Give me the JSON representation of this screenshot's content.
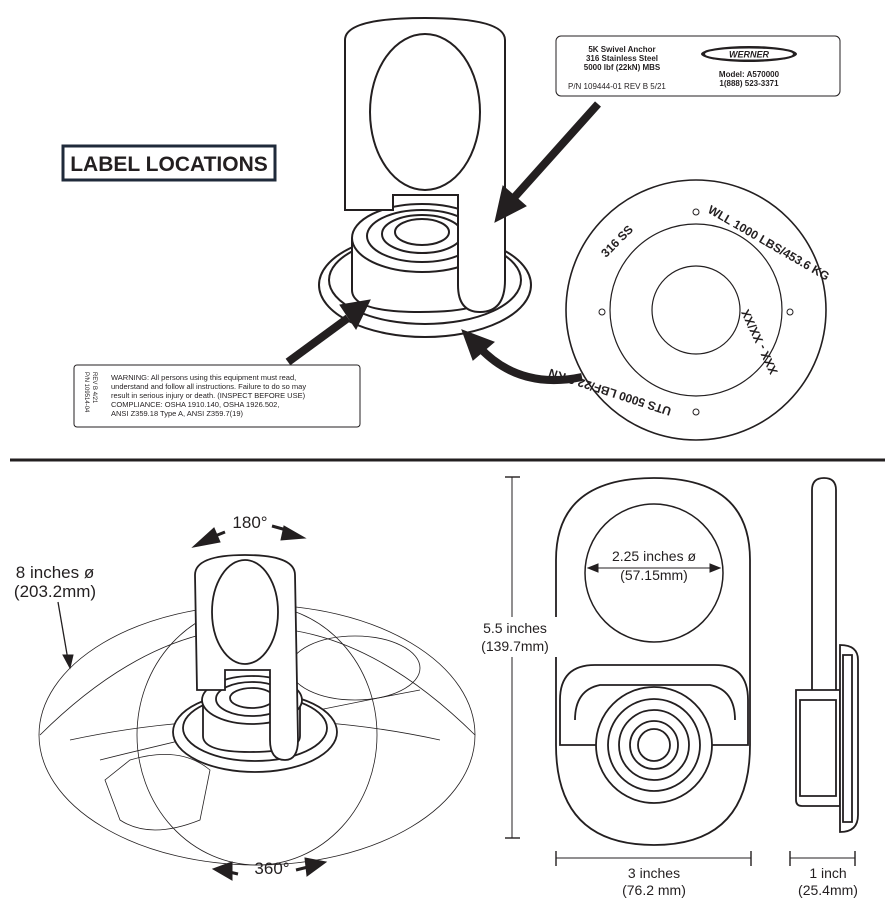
{
  "title": "LABEL LOCATIONS",
  "product_label": {
    "line1": "5K Swivel Anchor",
    "line2": "316 Stainless Steel",
    "line3": "5000 lbf (22kN) MBS",
    "part_number": "P/N 109444-01 REV B 5/21",
    "brand": "WERNER",
    "model": "Model: A570000",
    "phone": "1(888) 523-3371"
  },
  "warning_label": {
    "side_pn": "P/N 109514-04",
    "side_rev": "REV B 4/21",
    "line1": "WARNING: All persons using this equipment must read,",
    "line2": "understand and follow all instructions. Failure to do so may",
    "line3": "result in serious injury or death. (INSPECT BEFORE USE)",
    "line4": "COMPLIANCE: OSHA 1910.140, OSHA 1926.502,",
    "line5": "ANSI Z359.18 Type A, ANSI Z359.7(19)"
  },
  "base_markings": {
    "material": "316 SS",
    "wll": "WLL 1000 LBS/453.6 KG",
    "date": "XXX - XX/XX",
    "uts": "UTS 5000 LBF/22.2 KN"
  },
  "dimensions": {
    "rotation_top": "180°",
    "rotation_bottom": "360°",
    "sphere_dia": "8 inches ø",
    "sphere_dia_mm": "(203.2mm)",
    "eye_dia": "2.25 inches ø",
    "eye_dia_mm": "(57.15mm)",
    "height": "5.5 inches",
    "height_mm": "(139.7mm)",
    "width": "3 inches",
    "width_mm": "(76.2 mm)",
    "depth": "1 inch",
    "depth_mm": "(25.4mm)"
  }
}
